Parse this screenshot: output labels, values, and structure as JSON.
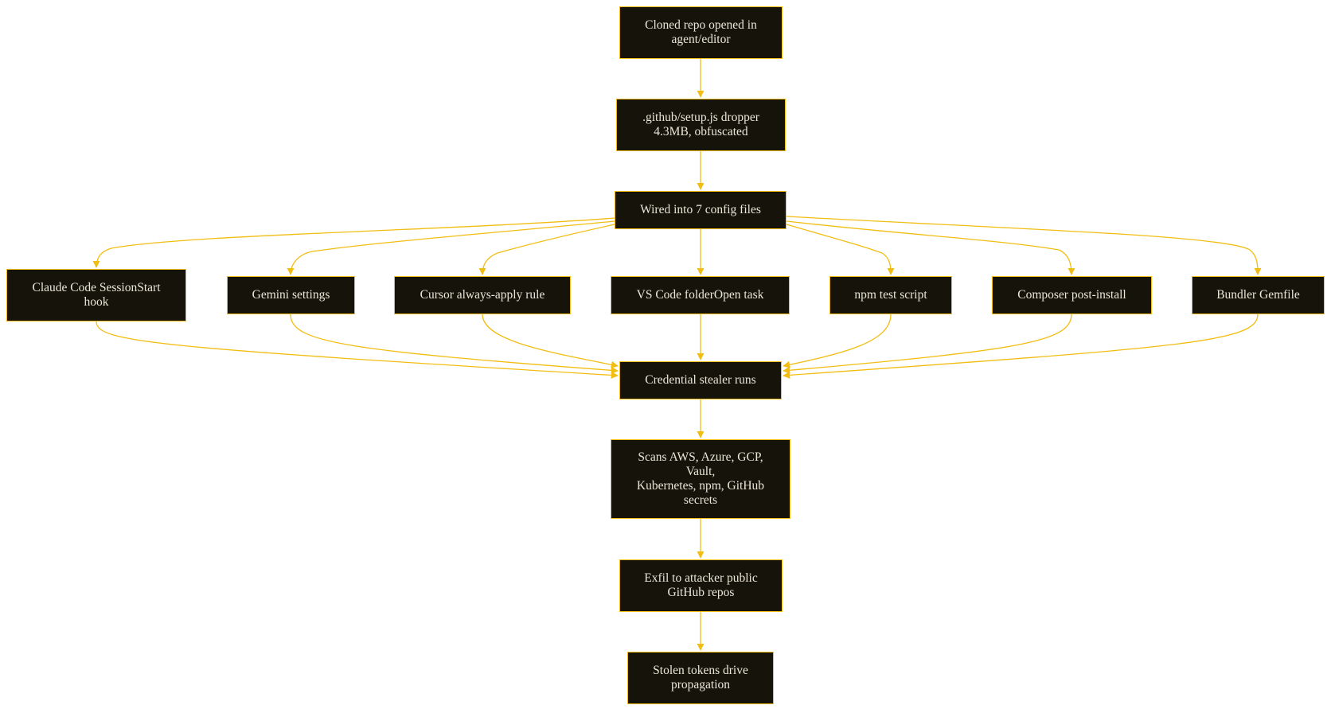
{
  "colors": {
    "node_fill": "#16130b",
    "accent": "#f2bd12",
    "node_text": "#ece6d8",
    "background": "#ffffff"
  },
  "nodes": {
    "cloned": "Cloned repo opened in\nagent/editor",
    "dropper": ".github/setup.js dropper\n4.3MB, obfuscated",
    "wired": "Wired into 7 config files",
    "claude": "Claude Code SessionStart\nhook",
    "gemini": "Gemini settings",
    "cursor": "Cursor always-apply rule",
    "vscode": "VS Code folderOpen task",
    "npm": "npm test script",
    "composer": "Composer post-install",
    "bundler": "Bundler Gemfile",
    "stealer": "Credential stealer runs",
    "scans": "Scans AWS, Azure, GCP,\nVault,\nKubernetes, npm, GitHub\nsecrets",
    "exfil": "Exfil to attacker public\nGitHub repos",
    "stolen": "Stolen tokens drive\npropagation"
  }
}
